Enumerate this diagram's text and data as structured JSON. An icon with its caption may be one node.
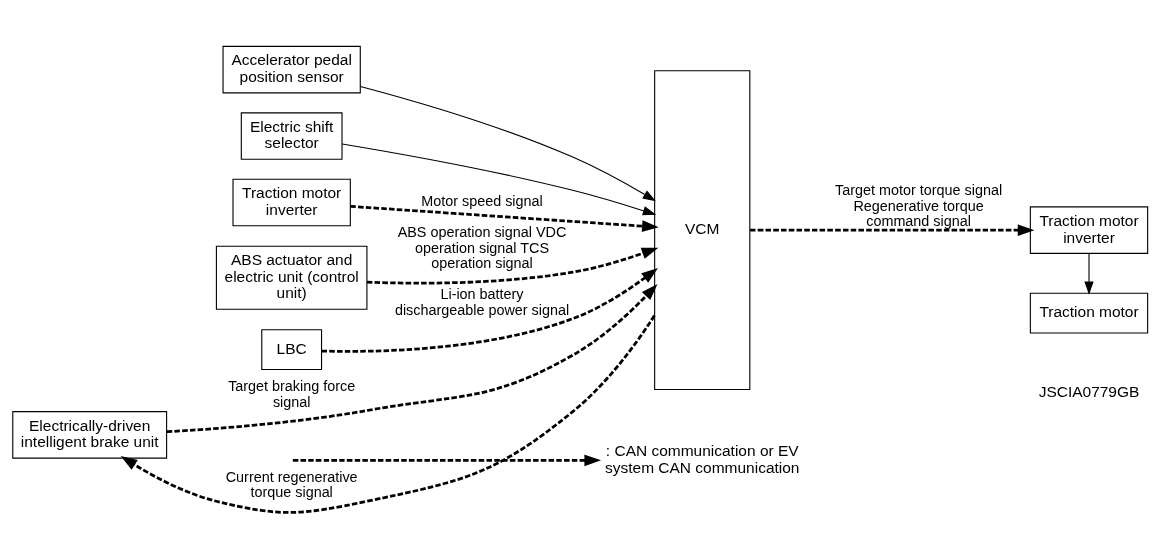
{
  "diagram": {
    "nodes": [
      {
        "text": [
          "Accelerator pedal position sensor"
        ]
      },
      {
        "text": [
          "Electric shift selector"
        ]
      },
      {
        "text": [
          "Traction motor inverter"
        ]
      },
      {
        "text": [
          "ABS actuator and electric unit (control unit)"
        ]
      },
      {
        "text": [
          "LBC"
        ]
      },
      {
        "text": [
          "Electrically-driven intelligent brake unit"
        ]
      },
      {
        "text": [
          "VCM"
        ]
      },
      {
        "text": [
          "Traction motor inverter"
        ]
      },
      {
        "text": [
          "Traction motor"
        ]
      }
    ],
    "edges": [
      {
        "from": 0,
        "to": 6,
        "arrow": "to"
      },
      {
        "from": 1,
        "to": 6,
        "arrow": "to"
      },
      {
        "from": 2,
        "to": 6,
        "arrow": "to",
        "label": "Motor speed signal",
        "style": "dashed"
      },
      {
        "from": 3,
        "to": 6,
        "arrow": "to",
        "label": "ABS operation signal VDC operation signal TCS operation signal",
        "style": "dashed"
      },
      {
        "from": 4,
        "to": 6,
        "arrow": "to",
        "label": "Li-ion battery dischargeable power signal",
        "style": "dashed"
      },
      {
        "from": 5,
        "to": 6,
        "arrow": "to",
        "label": "Target braking force signal",
        "style": "dashed"
      },
      {
        "from": 6,
        "to": 5,
        "arrow": "to",
        "label": "Current regenerative torque signal",
        "style": "dashed"
      },
      {
        "from": 6,
        "to": 7,
        "arrow": "to",
        "label": "Target motor torque signal Regenerative torque command signal",
        "style": "dashed"
      },
      {
        "from": 7,
        "to": 8,
        "arrow": "to"
      }
    ],
    "labels": [
      "JSCIA0779GB"
    ],
    "legend": [
      {
        "text": ": CAN communication or EV system CAN communication"
      }
    ]
  }
}
